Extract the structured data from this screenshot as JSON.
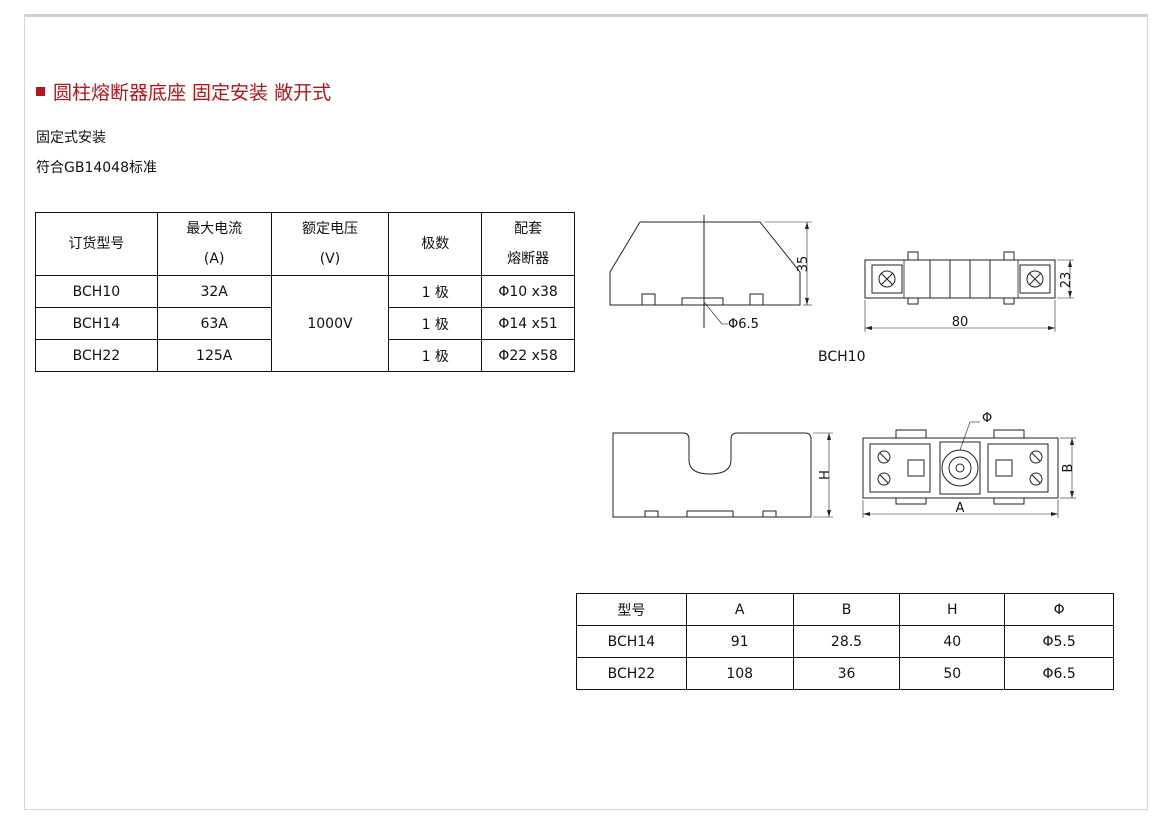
{
  "heading": {
    "text": "圆柱熔断器底座 固定安装 敞开式"
  },
  "features": [
    "固定式安装",
    "符合GB14048标准"
  ],
  "order_table": {
    "headers": {
      "model": "订货型号",
      "current_1": "最大电流",
      "current_2": "(A)",
      "voltage_1": "额定电压",
      "voltage_2": "(V)",
      "poles": "极数",
      "fuse_1": "配套",
      "fuse_2": "熔断器"
    },
    "voltage": "1000V",
    "rows": [
      {
        "model": "BCH10",
        "current": "32A",
        "poles": "1 极",
        "fuse": "Φ10 x38"
      },
      {
        "model": "BCH14",
        "current": "63A",
        "poles": "1 极",
        "fuse": "Φ14 x51"
      },
      {
        "model": "BCH22",
        "current": "125A",
        "poles": "1 极",
        "fuse": "Φ22 x58"
      }
    ]
  },
  "drawing_bch10": {
    "caption": "BCH10",
    "dim_height": "35",
    "dim_hole": "Φ6.5",
    "dim_width": "80",
    "dim_depth": "23"
  },
  "drawing_general": {
    "dim_h": "H",
    "dim_a": "A",
    "dim_b": "B",
    "dim_phi": "Φ"
  },
  "dimension_table": {
    "headers": [
      "型号",
      "A",
      "B",
      "H",
      "Φ"
    ],
    "rows": [
      [
        "BCH14",
        "91",
        "28.5",
        "40",
        "Φ5.5"
      ],
      [
        "BCH22",
        "108",
        "36",
        "50",
        "Φ6.5"
      ]
    ]
  }
}
